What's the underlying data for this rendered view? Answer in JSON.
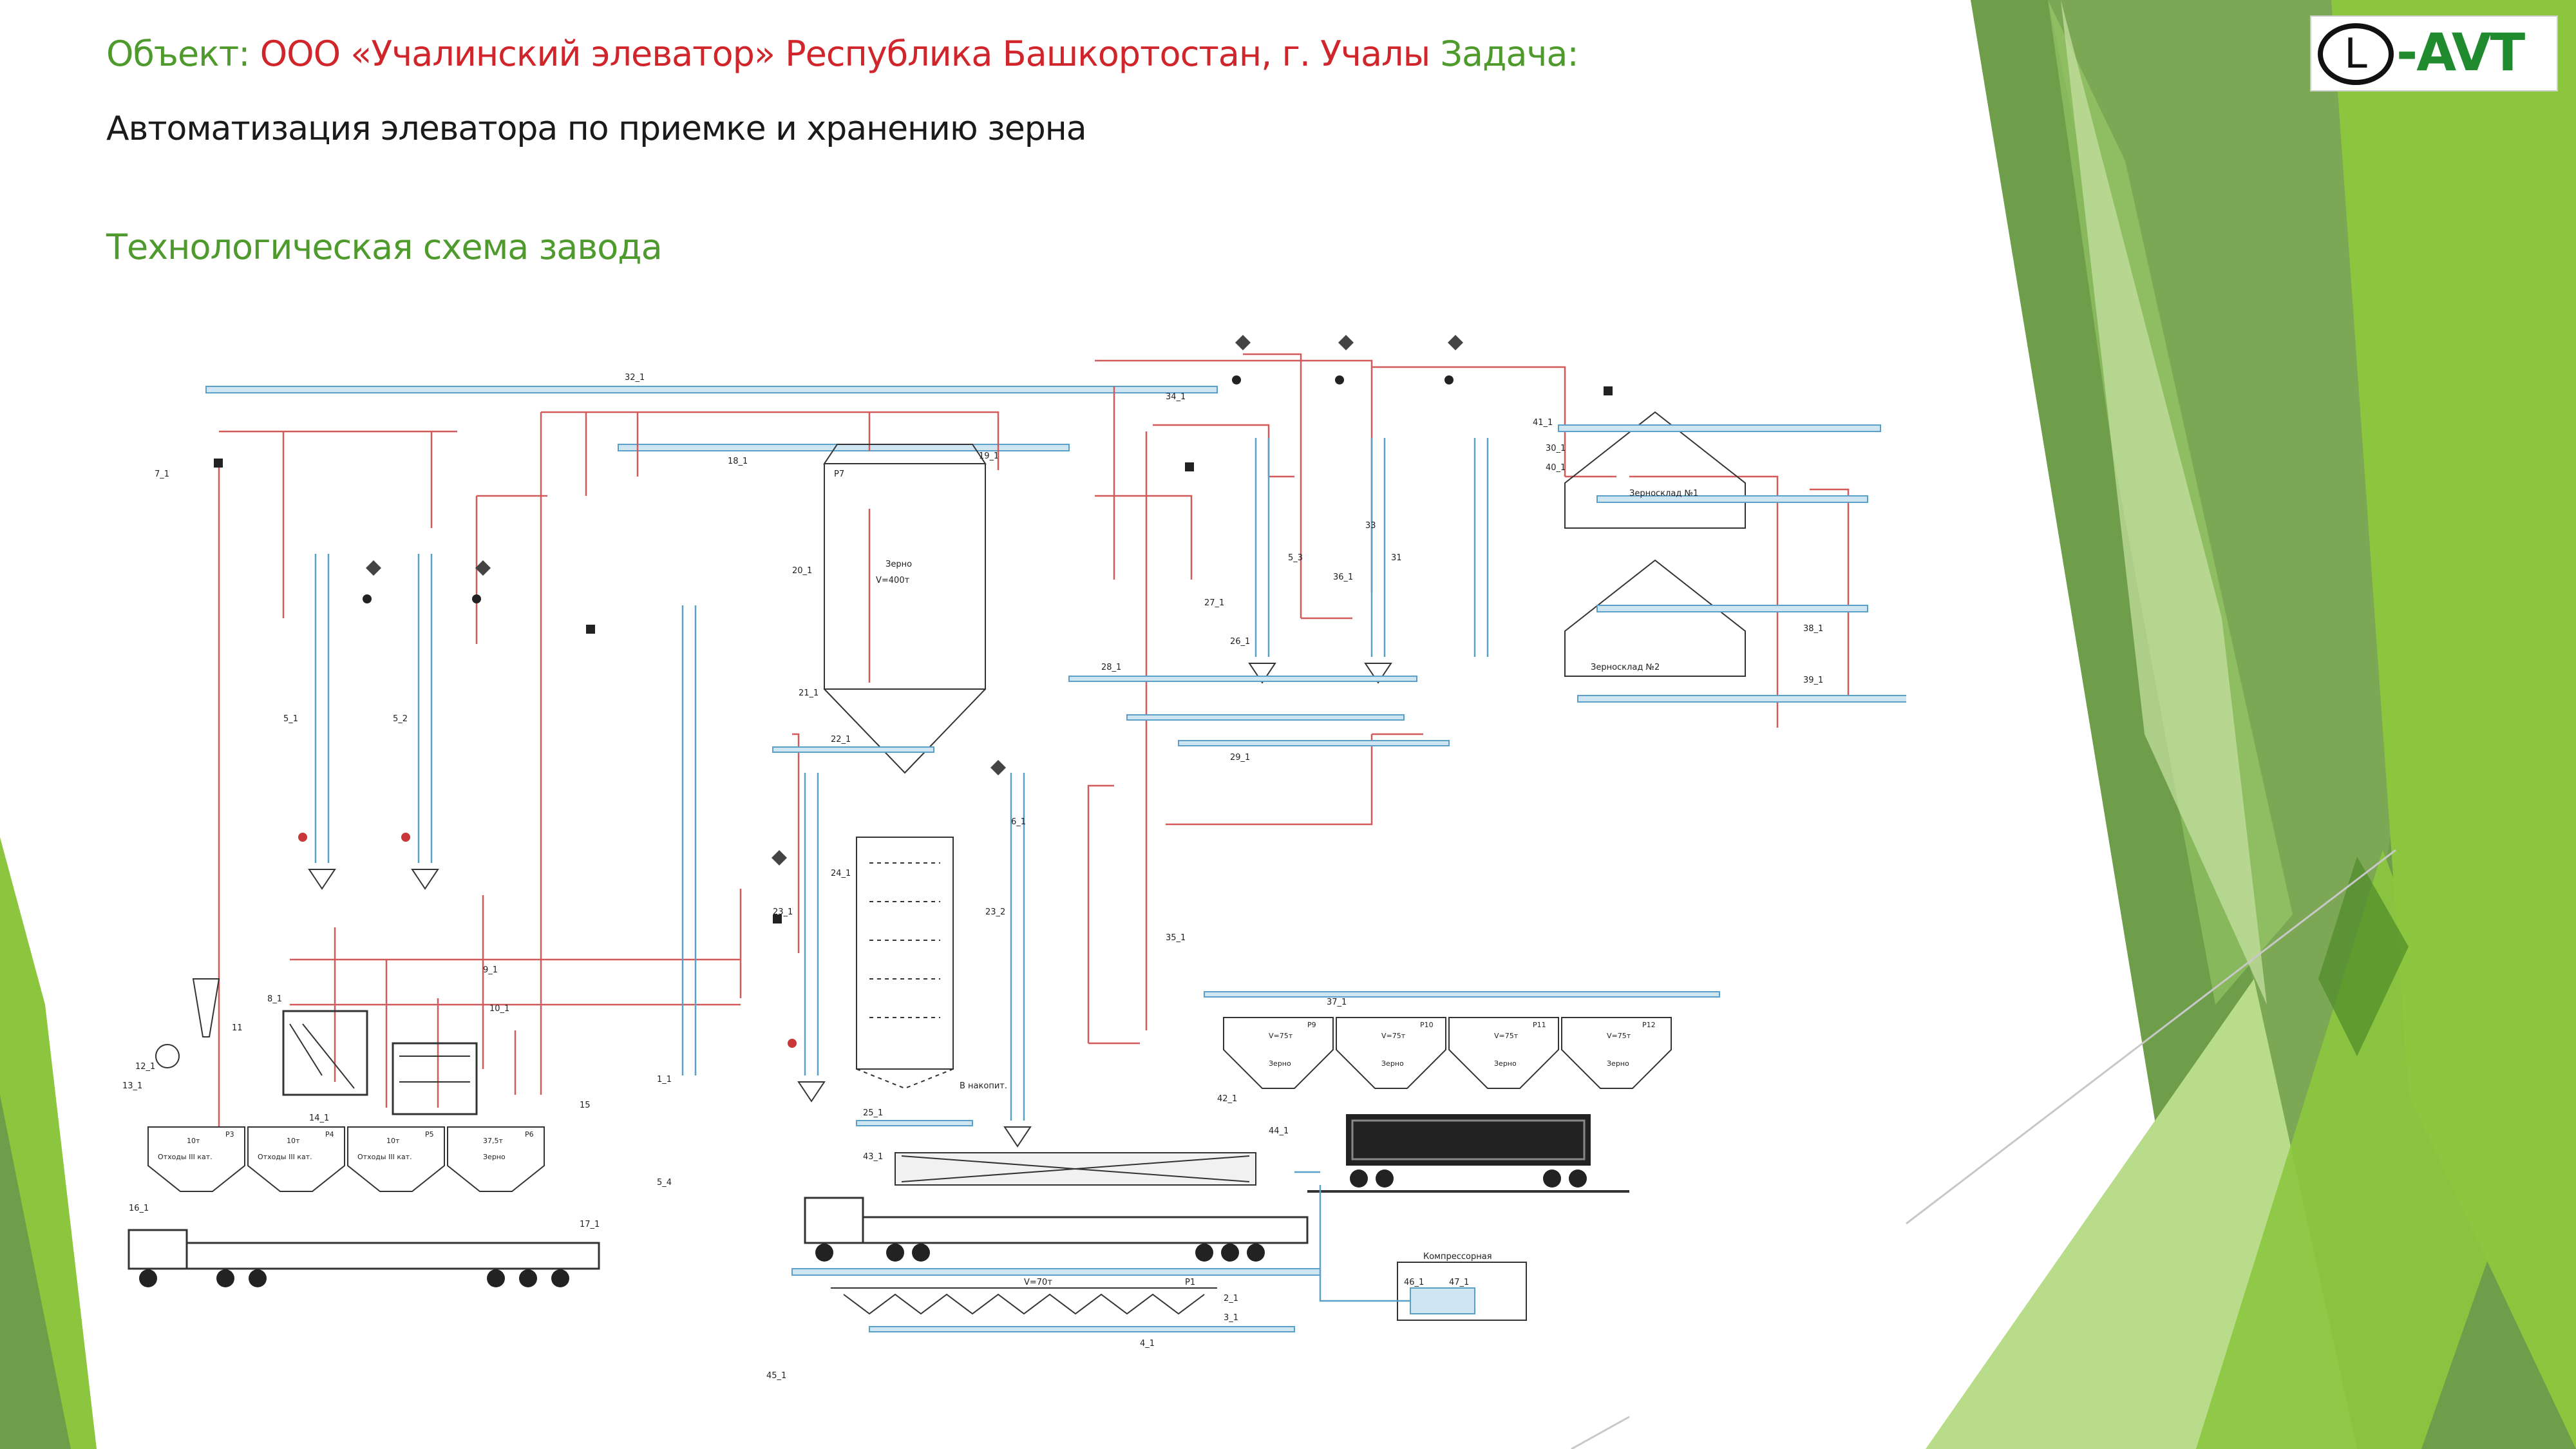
{
  "header": {
    "object_label": "Объект:",
    "object_name": "ООО «Учалинский элеватор» Республика Башкортостан, г. Учалы",
    "task_label": "Задача:",
    "task_text": "Автоматизация элеватора по приемке и хранению зерна",
    "subtitle": "Технологическая схема завода"
  },
  "logo": {
    "part1": "L",
    "part2": "-AVT"
  },
  "colors": {
    "accent_green": "#4e9a2c",
    "accent_red": "#d0262b",
    "pipe_red": "#d25a5a",
    "pipe_blue": "#5aa0c8",
    "deco_dark_green": "#6e9e4a",
    "deco_light_green": "#8cc63f"
  },
  "scheme": {
    "silo": {
      "name": "Зерно",
      "volume": "V=400т",
      "id": "Р7"
    },
    "bunkers_left": [
      {
        "id": "Р3",
        "capacity": "10т",
        "content": "Отходы III кат."
      },
      {
        "id": "Р4",
        "capacity": "10т",
        "content": "Отходы III кат."
      },
      {
        "id": "Р5",
        "capacity": "10т",
        "content": "Отходы III кат."
      },
      {
        "id": "Р6",
        "capacity": "37,5т",
        "content": "Зерно"
      }
    ],
    "bunkers_right": [
      {
        "id": "Р9",
        "volume": "V=75т",
        "content": "Зерно"
      },
      {
        "id": "Р10",
        "volume": "V=75т",
        "content": "Зерно"
      },
      {
        "id": "Р11",
        "volume": "V=75т",
        "content": "Зерно"
      },
      {
        "id": "Р12",
        "volume": "V=75т",
        "content": "Зерно"
      }
    ],
    "warehouses": [
      {
        "name": "Зерносклад №1"
      },
      {
        "name": "Зерносклад №2"
      }
    ],
    "receiving_bunker": {
      "volume": "V=70т",
      "id": "Р1"
    },
    "compressor": "Компрессорная",
    "dryer_label": "В накопит.",
    "labels": {
      "n32": "32_1",
      "n18": "18_1",
      "n19": "19_1",
      "n20": "20_1",
      "n21": "21_1",
      "n22": "22_1",
      "n23a": "23_1",
      "n23b": "23_2",
      "n24": "24_1",
      "n25": "25_1",
      "n26": "26_1",
      "n27": "27_1",
      "n28": "28_1",
      "n29": "29_1",
      "n35": "35_1",
      "n36": "36_1",
      "n37": "37_1",
      "n40": "40_1",
      "n41": "41_1",
      "n42": "42_1",
      "n43": "43_1",
      "n44": "44_1",
      "n45": "45_1",
      "n46": "46_1",
      "n47": "47_1",
      "n5a": "5_1",
      "n5b": "5_2",
      "n5c": "5_3",
      "n5d": "5_4",
      "n3": "3_1",
      "n4": "4_1",
      "n8": "8_1",
      "n9": "9_1",
      "n10": "10_1",
      "n11": "11",
      "n12": "12_1",
      "n13": "13_1",
      "n14": "14_1",
      "n15": "15",
      "n16": "16_1",
      "n17": "17_1",
      "n30": "30_1",
      "n31": "31",
      "n33": "33",
      "n34": "34_1",
      "n38": "38_1",
      "n39": "39_1",
      "n7": "7_1",
      "n6": "6_1",
      "n1": "1_1",
      "n2": "2_1"
    }
  }
}
